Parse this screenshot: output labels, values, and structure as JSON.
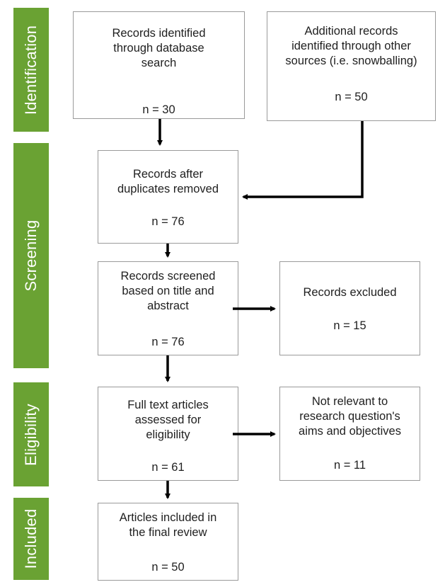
{
  "phases": {
    "identification": "Identification",
    "screening": "Screening",
    "eligibility": "Eligibility",
    "included": "Included"
  },
  "boxes": {
    "database_search": {
      "text": "Records identified\nthrough database\nsearch",
      "count": "n = 30"
    },
    "other_sources": {
      "text": "Additional records\nidentified through other\nsources (i.e. snowballing)",
      "count": "n = 50"
    },
    "duplicates_removed": {
      "text": "Records after\nduplicates removed",
      "count": "n = 76"
    },
    "screened": {
      "text": "Records screened\nbased on title and\nabstract",
      "count": "n = 76"
    },
    "excluded": {
      "text": "Records excluded",
      "count": "n = 15"
    },
    "full_text": {
      "text": "Full text articles\nassessed for\neligibility",
      "count": "n = 61"
    },
    "not_relevant": {
      "text": "Not relevant to\nresearch question's\naims and objectives",
      "count": "n = 11"
    },
    "included": {
      "text": "Articles included in\nthe final review",
      "count": "n = 50"
    }
  },
  "colors": {
    "phase_fill": "#6aa233",
    "phase_text": "#ffffff",
    "box_border": "#9a9a9a",
    "arrow": "#000000"
  }
}
